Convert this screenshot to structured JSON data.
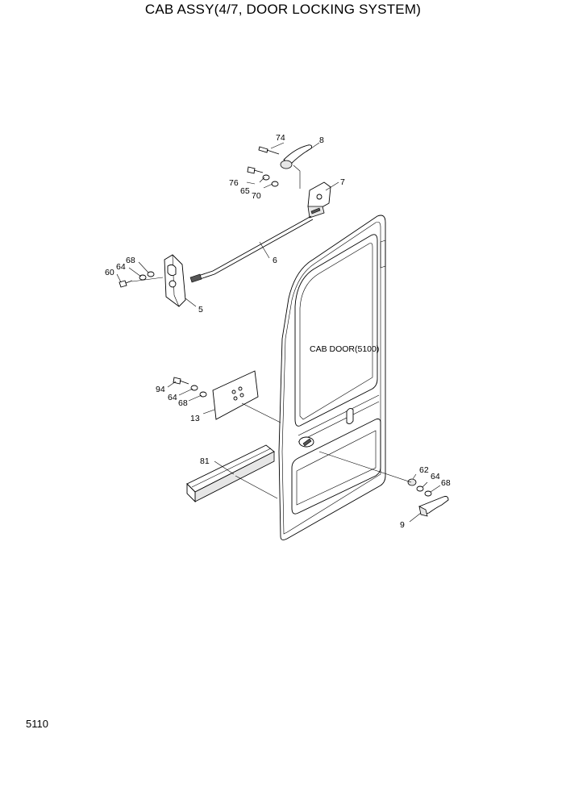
{
  "title": "CAB ASSY(4/7, DOOR LOCKING SYSTEM)",
  "page_number": "5110",
  "door_label": "CAB DOOR(5100)",
  "callouts": {
    "c74": "74",
    "c8": "8",
    "c76": "76",
    "c7": "7",
    "c65": "65",
    "c70": "70",
    "c6": "6",
    "c68a": "68",
    "c64a": "64",
    "c60": "60",
    "c5": "5",
    "c94": "94",
    "c64b": "64",
    "c68b": "68",
    "c13": "13",
    "c81": "81",
    "c62": "62",
    "c64c": "64",
    "c68c": "68",
    "c9": "9"
  }
}
